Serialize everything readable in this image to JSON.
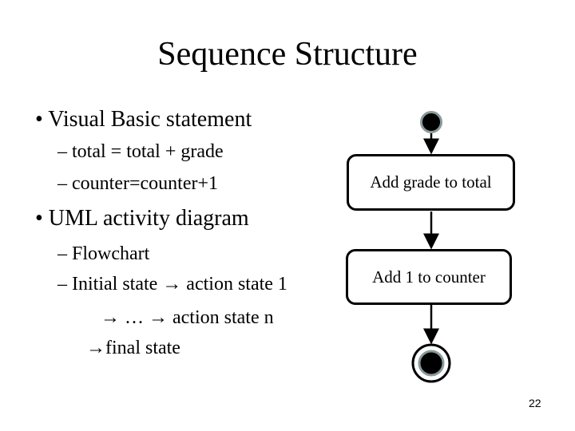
{
  "title": "Sequence Structure",
  "bullets": [
    {
      "text": "• Visual Basic statement",
      "sub": [
        "– total = total + grade",
        "– counter=counter+1"
      ]
    },
    {
      "text": "• UML activity diagram",
      "sub": [
        "– Flowchart",
        "– Initial state → action state 1",
        "→ … → action state n",
        "→final state"
      ]
    }
  ],
  "diagram": {
    "actions": [
      "Add grade to total",
      "Add 1 to counter"
    ]
  },
  "page_number": "22"
}
